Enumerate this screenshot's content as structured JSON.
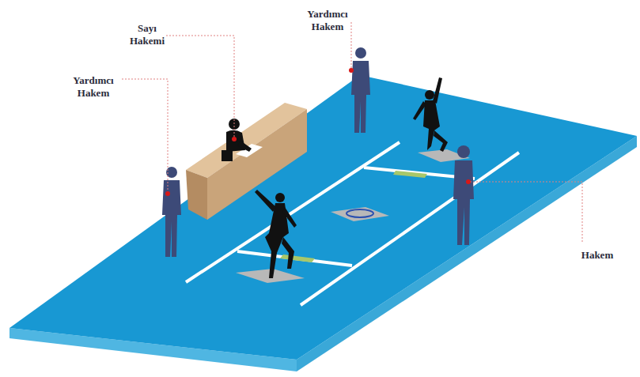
{
  "diagram": {
    "labels": [
      "Yardımcı Hakem",
      "Sayı Hakemi",
      "Yardımcı Hakem",
      "Hakem"
    ]
  }
}
